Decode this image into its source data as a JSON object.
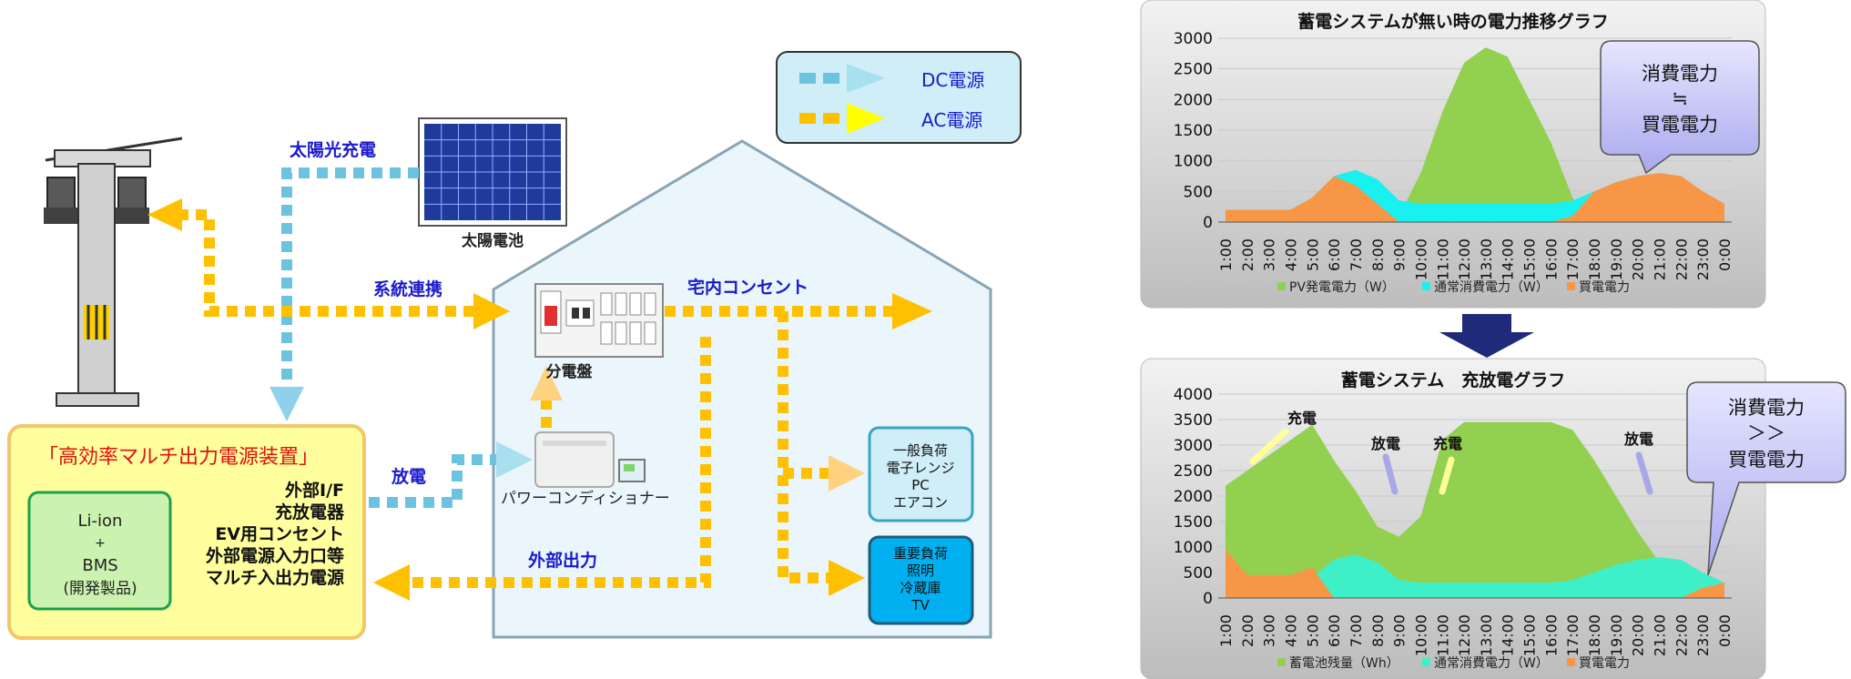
{
  "legend": {
    "dc_label": "DC電源",
    "ac_label": "AC電源",
    "dc_color": "#6cc3e0",
    "ac_color": "#ffc000"
  },
  "labels": {
    "solar_charge": "太陽光充電",
    "solar_panel": "太陽電池",
    "grid_link": "系統連携",
    "indoor_outlet": "宅内コンセント",
    "distribution_board": "分電盤",
    "power_conditioner": "パワーコンディショナー",
    "discharge": "放電",
    "external_output": "外部出力"
  },
  "device_box": {
    "title": "「高効率マルチ出力電源装置」",
    "battery_line1": "Li-ion",
    "battery_line2": "+",
    "battery_line3": "BMS",
    "battery_line4": "(開発製品)",
    "features": [
      "外部I/F",
      "充放電器",
      "EV用コンセント",
      "外部電源入力口等",
      "マルチ入出力電源"
    ]
  },
  "loads": {
    "general": [
      "一般負荷",
      "電子レンジ",
      "PC",
      "エアコン"
    ],
    "important": [
      "重要負荷",
      "照明",
      "冷蔵庫",
      "TV"
    ]
  },
  "callouts": {
    "top": [
      "消費電力",
      "≒",
      "買電電力"
    ],
    "bottom": [
      "消費電力",
      "＞＞",
      "買電電力"
    ]
  },
  "chart_data": [
    {
      "type": "area",
      "title": "蓄電システムが無い時の電力推移グラフ",
      "categories": [
        "1:00",
        "2:00",
        "3:00",
        "4:00",
        "5:00",
        "6:00",
        "7:00",
        "8:00",
        "9:00",
        "10:00",
        "11:00",
        "12:00",
        "13:00",
        "14:00",
        "15:00",
        "16:00",
        "17:00",
        "18:00",
        "19:00",
        "20:00",
        "21:00",
        "22:00",
        "23:00",
        "0:00"
      ],
      "ylim": [
        0,
        3000
      ],
      "yticks": [
        0,
        500,
        1000,
        1500,
        2000,
        2500,
        3000
      ],
      "series": [
        {
          "name": "PV発電電力（W）",
          "color": "#92d050",
          "values": [
            0,
            0,
            0,
            0,
            0,
            0,
            0,
            0,
            100,
            800,
            1800,
            2600,
            2850,
            2700,
            2000,
            1300,
            400,
            0,
            0,
            0,
            0,
            0,
            0,
            0
          ]
        },
        {
          "name": "通常消費電力（W）",
          "color": "#19f0f0",
          "values": [
            200,
            200,
            200,
            200,
            400,
            750,
            850,
            700,
            350,
            300,
            300,
            300,
            300,
            300,
            300,
            300,
            350,
            500,
            650,
            750,
            800,
            750,
            500,
            300
          ]
        },
        {
          "name": "買電電力",
          "color": "#f79646",
          "values": [
            200,
            200,
            200,
            200,
            400,
            750,
            600,
            300,
            0,
            0,
            0,
            0,
            0,
            0,
            0,
            0,
            100,
            500,
            650,
            750,
            800,
            750,
            500,
            300
          ]
        }
      ],
      "legend_position": "bottom"
    },
    {
      "type": "area",
      "title": "蓄電システム　充放電グラフ",
      "categories": [
        "1:00",
        "2:00",
        "3:00",
        "4:00",
        "5:00",
        "6:00",
        "7:00",
        "8:00",
        "9:00",
        "10:00",
        "11:00",
        "12:00",
        "13:00",
        "14:00",
        "15:00",
        "16:00",
        "17:00",
        "18:00",
        "19:00",
        "20:00",
        "21:00",
        "22:00",
        "23:00",
        "0:00"
      ],
      "ylim": [
        0,
        4000
      ],
      "yticks": [
        0,
        500,
        1000,
        1500,
        2000,
        2500,
        3000,
        3500,
        4000
      ],
      "series": [
        {
          "name": "蓄電池残量（Wh）",
          "color": "#92d050",
          "values": [
            2200,
            2500,
            2800,
            3100,
            3400,
            2700,
            2100,
            1400,
            1200,
            1600,
            3100,
            3450,
            3450,
            3450,
            3450,
            3450,
            3300,
            2700,
            2000,
            1300,
            700,
            350,
            200,
            0
          ]
        },
        {
          "name": "通常消費電力（W）",
          "color": "#3ef0c8",
          "values": [
            200,
            200,
            200,
            200,
            400,
            750,
            850,
            700,
            350,
            300,
            300,
            300,
            300,
            300,
            300,
            300,
            350,
            500,
            650,
            750,
            800,
            750,
            500,
            300
          ]
        },
        {
          "name": "買電電力",
          "color": "#f79646",
          "values": [
            950,
            450,
            450,
            450,
            600,
            0,
            0,
            0,
            0,
            0,
            0,
            0,
            0,
            0,
            0,
            0,
            0,
            0,
            0,
            0,
            0,
            0,
            200,
            300
          ]
        }
      ],
      "annotations": [
        "充電",
        "放電",
        "充電",
        "放電"
      ],
      "legend_position": "bottom"
    }
  ]
}
